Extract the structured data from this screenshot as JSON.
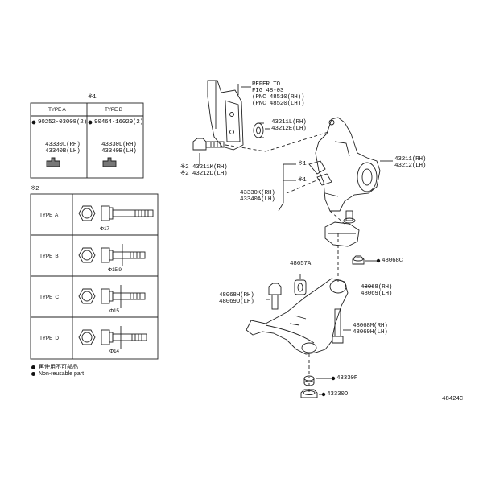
{
  "figure_code": "48424C",
  "note_mark_1": "※1",
  "note_mark_2": "※2",
  "table_a": {
    "headers": [
      "TYPE A",
      "TYPE B"
    ],
    "type_a_part": "90252-03008(2)",
    "type_a_sub": [
      "43330L(RH)",
      "43340B(LH)"
    ],
    "type_b_part": "90464-16029(2)",
    "type_b_sub": [
      "43330L(RH)",
      "43340B(LH)"
    ]
  },
  "table_b": {
    "rows": [
      {
        "type": "TYPE  A",
        "dia": "Φ17"
      },
      {
        "type": "TYPE  B",
        "dia": "Φ15.9"
      },
      {
        "type": "TYPE  C",
        "dia": "Φ15"
      },
      {
        "type": "TYPE  D",
        "dia": "Φ14"
      }
    ]
  },
  "legend": [
    "再使用不可部品",
    "Non-reusable part"
  ],
  "refer": [
    "REFER TO",
    "FIG 48-03",
    "(PNC 48510(RH))",
    "(PNC 48520(LH))"
  ],
  "callouts": {
    "c1": [
      "43211L(RH)",
      "43212E(LH)"
    ],
    "c2": [
      "43211(RH)",
      "43212(LH)"
    ],
    "c3": [
      "※2 43211K(RH)",
      "※2 43212D(LH)"
    ],
    "c4": "※1",
    "c5": "※1",
    "c6": [
      "43330K(RH)",
      "43340A(LH)"
    ],
    "c7": "48657A",
    "c8": "48068C",
    "c9": [
      "48068H(RH)",
      "48069D(LH)"
    ],
    "c10": [
      "48068(RH)",
      "48069(LH)"
    ],
    "c11": [
      "48068M(RH)",
      "48069H(LH)"
    ],
    "c12": "43330F",
    "c13": "43330D"
  }
}
